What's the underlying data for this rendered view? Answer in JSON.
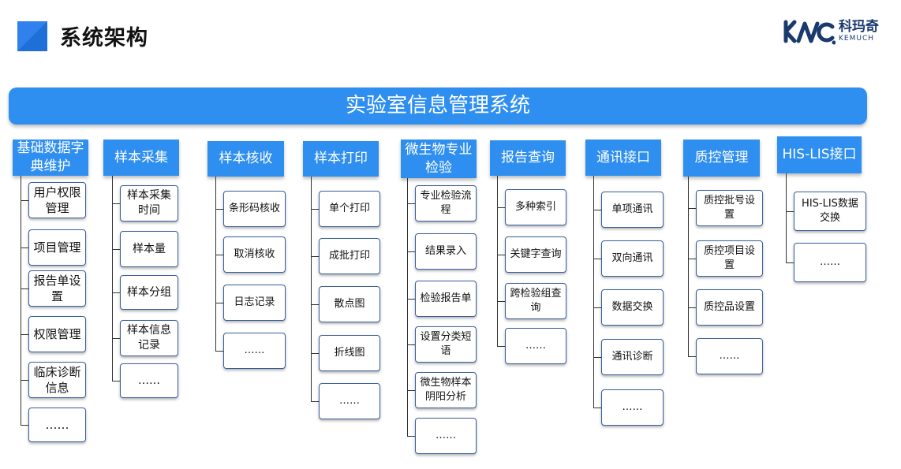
{
  "header": {
    "title": "系统架构"
  },
  "brand": {
    "cn": "科玛奇",
    "en": "KEMUCH"
  },
  "banner": {
    "title": "实验室信息管理系统"
  },
  "columns": [
    {
      "label": "基础数据字典维护",
      "items": [
        "用户权限管理",
        "项目管理",
        "报告单设置",
        "权限管理",
        "临床诊断信息",
        "……"
      ]
    },
    {
      "label": "样本采集",
      "items": [
        "样本采集时间",
        "样本量",
        "样本分组",
        "样本信息记录",
        "……"
      ]
    },
    {
      "label": "样本核收",
      "items": [
        "条形码核收",
        "取消核收",
        "日志记录",
        "……"
      ]
    },
    {
      "label": "样本打印",
      "items": [
        "单个打印",
        "成批打印",
        "散点图",
        "折线图",
        "……"
      ]
    },
    {
      "label": "微生物专业检验",
      "items": [
        "专业检验流程",
        "结果录入",
        "检验报告单",
        "设置分类短语",
        "微生物样本阴阳分析",
        "……"
      ]
    },
    {
      "label": "报告查询",
      "items": [
        "多种索引",
        "关键字查询",
        "跨检验组查询",
        "……"
      ]
    },
    {
      "label": "通讯接口",
      "items": [
        "单项通讯",
        "双向通讯",
        "数据交换",
        "通讯诊断",
        "……"
      ]
    },
    {
      "label": "质控管理",
      "items": [
        "质控批号设置",
        "质控项目设置",
        "质控品设置",
        "……"
      ]
    },
    {
      "label": "HIS-LIS接口",
      "items": [
        "HIS-LIS数据交换",
        "……"
      ]
    }
  ]
}
